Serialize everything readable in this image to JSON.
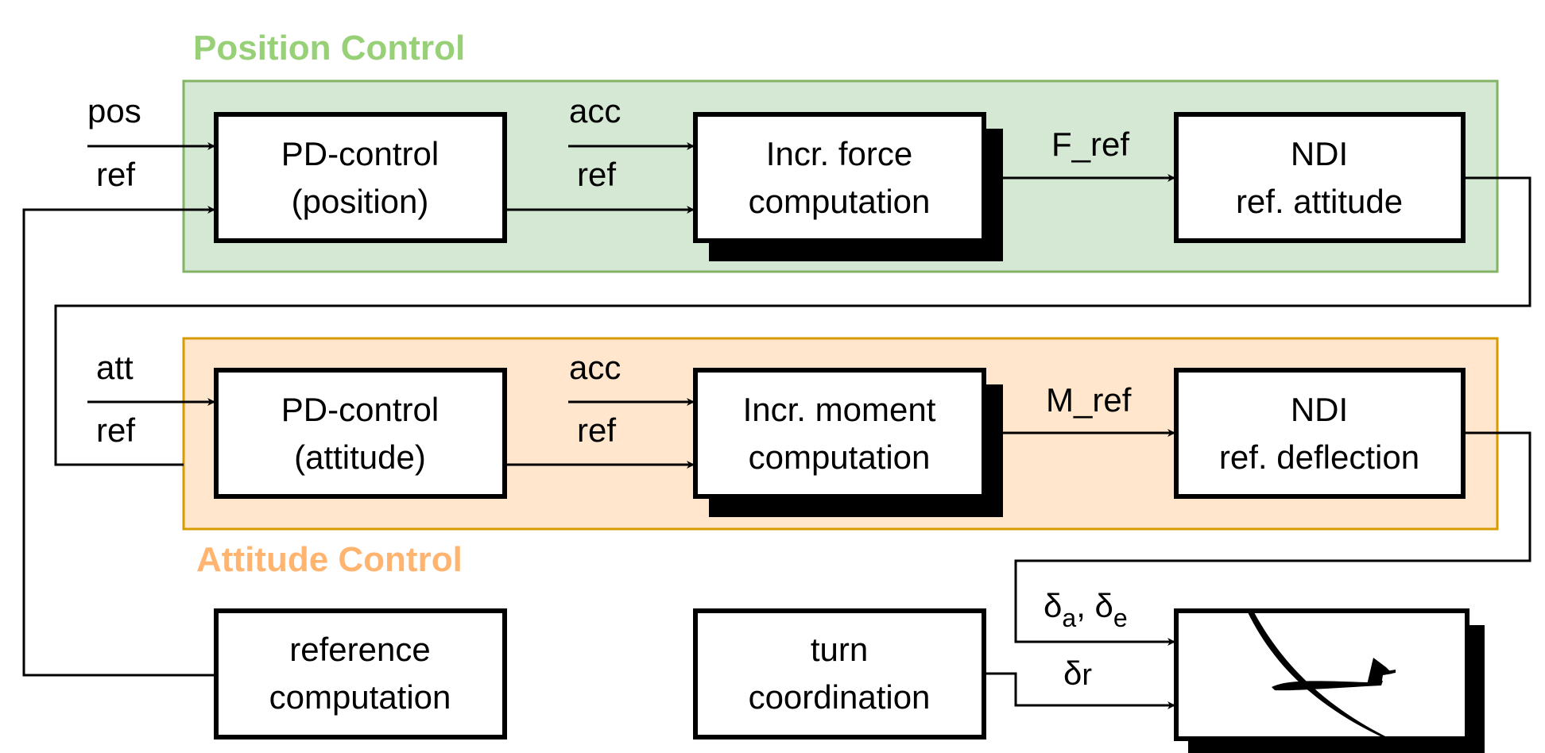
{
  "colors": {
    "position_fill": "#d5e8d4",
    "position_stroke": "#82b366",
    "position_title": "#97d077",
    "attitude_fill": "#ffe6cc",
    "attitude_stroke": "#d79b00",
    "attitude_title": "#ffb570"
  },
  "groups": {
    "position_title": "Position Control",
    "attitude_title": "Attitude Control"
  },
  "blocks": {
    "pd_position": [
      "PD-control",
      "(position)"
    ],
    "incr_force": [
      "Incr. force",
      "computation"
    ],
    "ndi_attitude": [
      "NDI",
      "ref. attitude"
    ],
    "pd_attitude": [
      "PD-control",
      "(attitude)"
    ],
    "incr_moment": [
      "Incr. moment",
      "computation"
    ],
    "ndi_deflection": [
      "NDI",
      "ref. deflection"
    ],
    "reference": [
      "reference",
      "computation"
    ],
    "turn": [
      "turn",
      "coordination"
    ]
  },
  "signals": {
    "pos": "pos",
    "ref1": "ref",
    "acc1": "acc",
    "ref2": "ref",
    "f_ref": "F_ref",
    "att": "att",
    "ref3": "ref",
    "acc2": "acc",
    "ref4": "ref",
    "m_ref": "M_ref",
    "delta": "δ",
    "delta_a_sub": "a",
    "delta_comma": ", ",
    "delta_e_sub": "e",
    "delta_r_sub": "r"
  },
  "aircraft_icon": "glider-icon"
}
